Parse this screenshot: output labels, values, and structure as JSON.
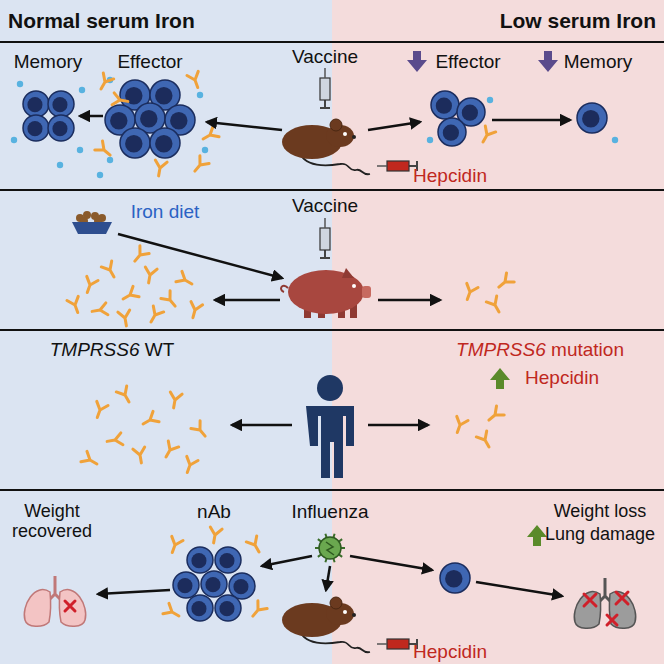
{
  "diagram": {
    "labels": [
      "Normal serum Iron",
      "Low serum Iron",
      "Memory",
      "Effector",
      "Vaccine",
      "Effector",
      "Memory",
      "Hepcidin",
      "Iron diet",
      "Vaccine",
      "TMPRSS6 WT",
      "TMPRSS6 mutation",
      "Hepcidin",
      "Weight recovered",
      "nAb",
      "Influenza",
      "Weight loss",
      "Lung damage",
      "Hepcidin"
    ]
  }
}
